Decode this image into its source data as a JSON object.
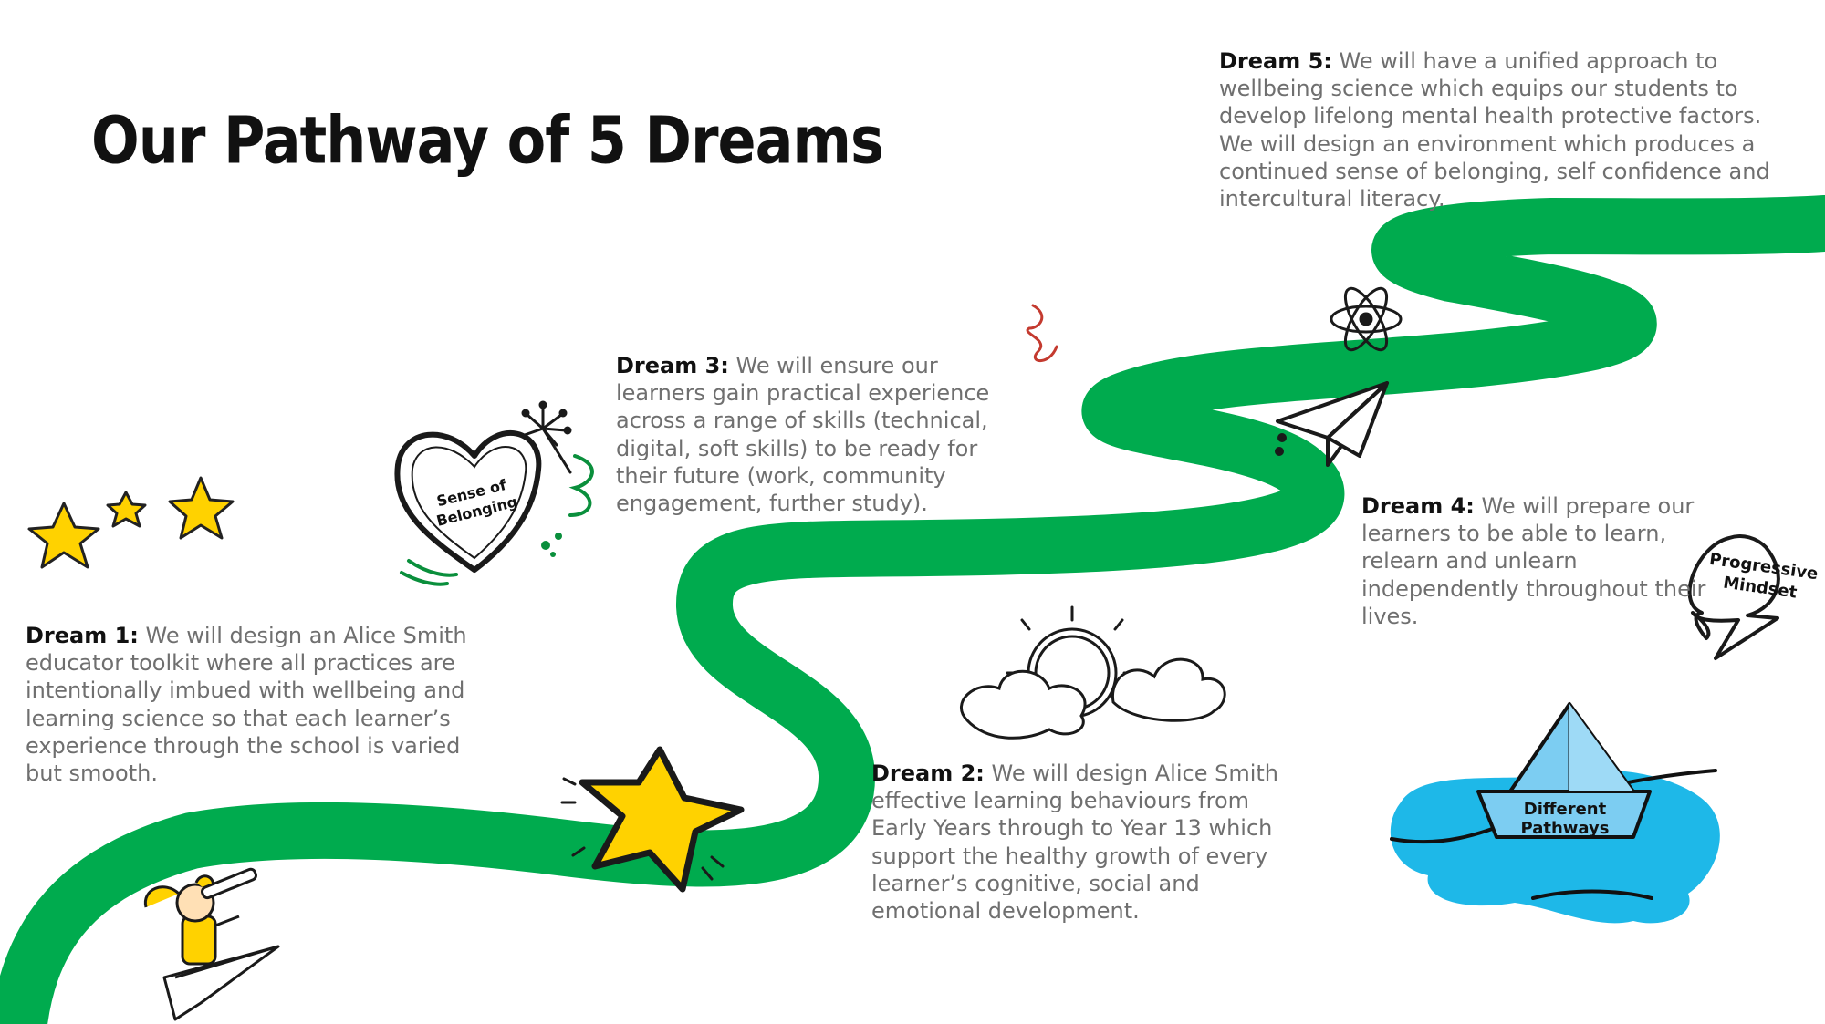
{
  "title": "Our Pathway of 5 Dreams",
  "colors": {
    "path_green": "#00ab4e",
    "star_yellow": "#ffd200",
    "water_blue": "#1eb8e8",
    "boat_blue": "#7ccdf2",
    "text_gray": "#6f6f6f",
    "heading_black": "#111111"
  },
  "dreams": [
    {
      "label": "Dream 1:",
      "text": "We will design an Alice Smith educator toolkit where all practices are intentionally imbued with wellbeing and learning science so that each learner’s experience through the school is varied but smooth."
    },
    {
      "label": "Dream 2:",
      "text": "We will design Alice Smith effective learning behaviours from Early Years through to Year 13 which support the healthy growth of every learner’s cognitive, social and emotional development."
    },
    {
      "label": "Dream 3:",
      "text": "We will ensure our learners gain practical experience across a range of skills (technical, digital, soft skills) to be ready for their future (work, community engagement, further study)."
    },
    {
      "label": "Dream 4:",
      "text": "We will prepare our learners to be able to learn, relearn and unlearn independently throughout their lives."
    },
    {
      "label": "Dream 5:",
      "text": "We will have a unified approach to wellbeing science which equips our students to develop lifelong mental health protective factors. We will design an environment which produces a continued sense of belonging, self confidence and intercultural literacy."
    }
  ],
  "doodles": {
    "heart_line1": "Sense of",
    "heart_line2": "Belonging",
    "bubble_line1": "Progressive",
    "bubble_line2": "Mindset",
    "boat_line1": "Different",
    "boat_line2": "Pathways"
  },
  "icons": [
    "stars-icon",
    "heart-icon",
    "sparkler-icon",
    "star-icon",
    "sun-cloud-icon",
    "paper-plane-icon",
    "atom-icon",
    "squiggle-icon",
    "speech-bubble-icon",
    "paper-boat-icon",
    "girl-with-telescope-icon"
  ]
}
